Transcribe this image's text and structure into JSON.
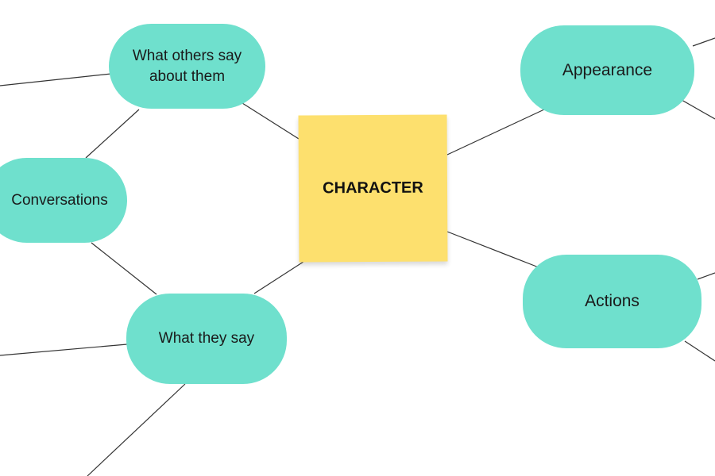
{
  "center": {
    "label": "CHARACTER",
    "color": "#fde06e"
  },
  "node_color": "#6fe0cd",
  "nodes": {
    "others_say": "What others say about them",
    "appearance": "Appearance",
    "conversations": "Conversations",
    "they_say": "What they say",
    "actions": "Actions"
  }
}
